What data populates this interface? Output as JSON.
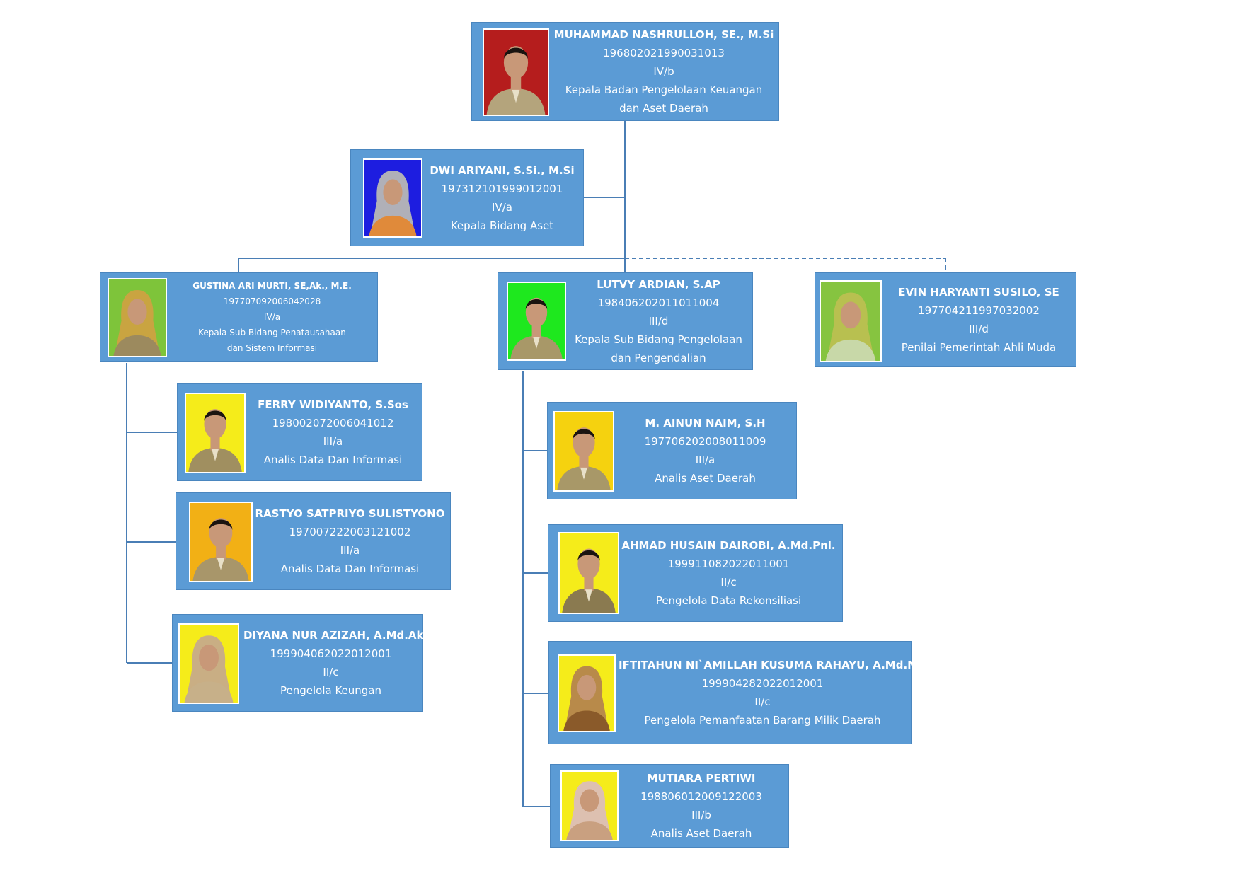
{
  "colors": {
    "card": "#5b9bd5",
    "line": "#4a7eb5",
    "text": "#ffffff"
  },
  "people": [
    {
      "id": "head",
      "name": "MUHAMMAD NASHRULLOH, SE., M.Si",
      "nip": "196802021990031013",
      "rank": "IV/b",
      "position": [
        "Kepala Badan Pengelolaan Keuangan",
        "dan Aset Daerah"
      ],
      "bg": "#b51d1d",
      "shirt": "#b4a47c",
      "hijab": false
    },
    {
      "id": "kabid",
      "name": "DWI ARIYANI, S.Si., M.Si",
      "nip": "197312101999012001",
      "rank": "IV/a",
      "position": [
        "Kepala Bidang Aset"
      ],
      "bg": "#1d1de0",
      "shirt": "#e08a3a",
      "hijab": true,
      "hijabColor": "#b0b0b8"
    },
    {
      "id": "gustina",
      "name": "GUSTINA ARI MURTI, SE,Ak., M.E.",
      "nip": "197707092006042028",
      "rank": "IV/a",
      "position": [
        "Kepala Sub Bidang Penatausahaan",
        "dan Sistem Informasi"
      ],
      "bg": "#7ec43a",
      "shirt": "#9c8a5e",
      "hijab": true,
      "hijabColor": "#c9a441"
    },
    {
      "id": "lutvy",
      "name": "LUTVY ARDIAN, S.AP",
      "nip": "198406202011011004",
      "rank": "III/d",
      "position": [
        "Kepala Sub Bidang Pengelolaan",
        "dan Pengendalian"
      ],
      "bg": "#1ee81e",
      "shirt": "#a89868",
      "hijab": false
    },
    {
      "id": "evin",
      "name": "EVIN HARYANTI SUSILO, SE",
      "nip": "197704211997032002",
      "rank": "III/d",
      "position": [
        "Penilai Pemerintah Ahli Muda"
      ],
      "bg": "#86c440",
      "shirt": "#c8d8a8",
      "hijab": true,
      "hijabColor": "#b8c050"
    },
    {
      "id": "ferry",
      "name": "FERRY WIDIYANTO, S.Sos",
      "nip": "198002072006041012",
      "rank": "III/a",
      "position": [
        "Analis Data Dan Informasi"
      ],
      "bg": "#f5ec1a",
      "shirt": "#a08f60",
      "hijab": false
    },
    {
      "id": "rastyo",
      "name": "RASTYO SATPRIYO SULISTYONO",
      "nip": "197007222003121002",
      "rank": "III/a",
      "position": [
        "Analis Data Dan Informasi"
      ],
      "bg": "#f2b015",
      "shirt": "#a8966a",
      "hijab": false
    },
    {
      "id": "diyana",
      "name": "DIYANA NUR AZIZAH, A.Md.Ak.",
      "nip": "199904062022012001",
      "rank": "II/c",
      "position": [
        "Pengelola Keungan"
      ],
      "bg": "#f5ec1a",
      "shirt": "#c7b089",
      "hijab": true,
      "hijabColor": "#c9ae84"
    },
    {
      "id": "ainun",
      "name": "M. AINUN NAIM, S.H",
      "nip": "197706202008011009",
      "rank": "III/a",
      "position": [
        "Analis Aset Daerah"
      ],
      "bg": "#f5d20f",
      "shirt": "#a89868",
      "hijab": false
    },
    {
      "id": "ahmad",
      "name": "AHMAD HUSAIN DAIROBI, A.Md.Pnl.",
      "nip": "199911082022011001",
      "rank": "II/c",
      "position": [
        "Pengelola Data Rekonsiliasi"
      ],
      "bg": "#f5ec1a",
      "shirt": "#8a7a50",
      "hijab": false
    },
    {
      "id": "iftitahun",
      "name": "IFTITAHUN NI`AMILLAH KUSUMA RAHAYU, A.Md.M.",
      "nip": "199904282022012001",
      "rank": "II/c",
      "position": [
        "Pengelola Pemanfaatan Barang Milik Daerah"
      ],
      "bg": "#f5ec1a",
      "shirt": "#8a5a2a",
      "hijab": true,
      "hijabColor": "#b88a4a"
    },
    {
      "id": "mutiara",
      "name": "MUTIARA PERTIWI",
      "nip": "198806012009122003",
      "rank": "III/b",
      "position": [
        "Analis Aset Daerah"
      ],
      "bg": "#f5ec1a",
      "shirt": "#c9a080",
      "hijab": true,
      "hijabColor": "#ddc0b0"
    }
  ]
}
